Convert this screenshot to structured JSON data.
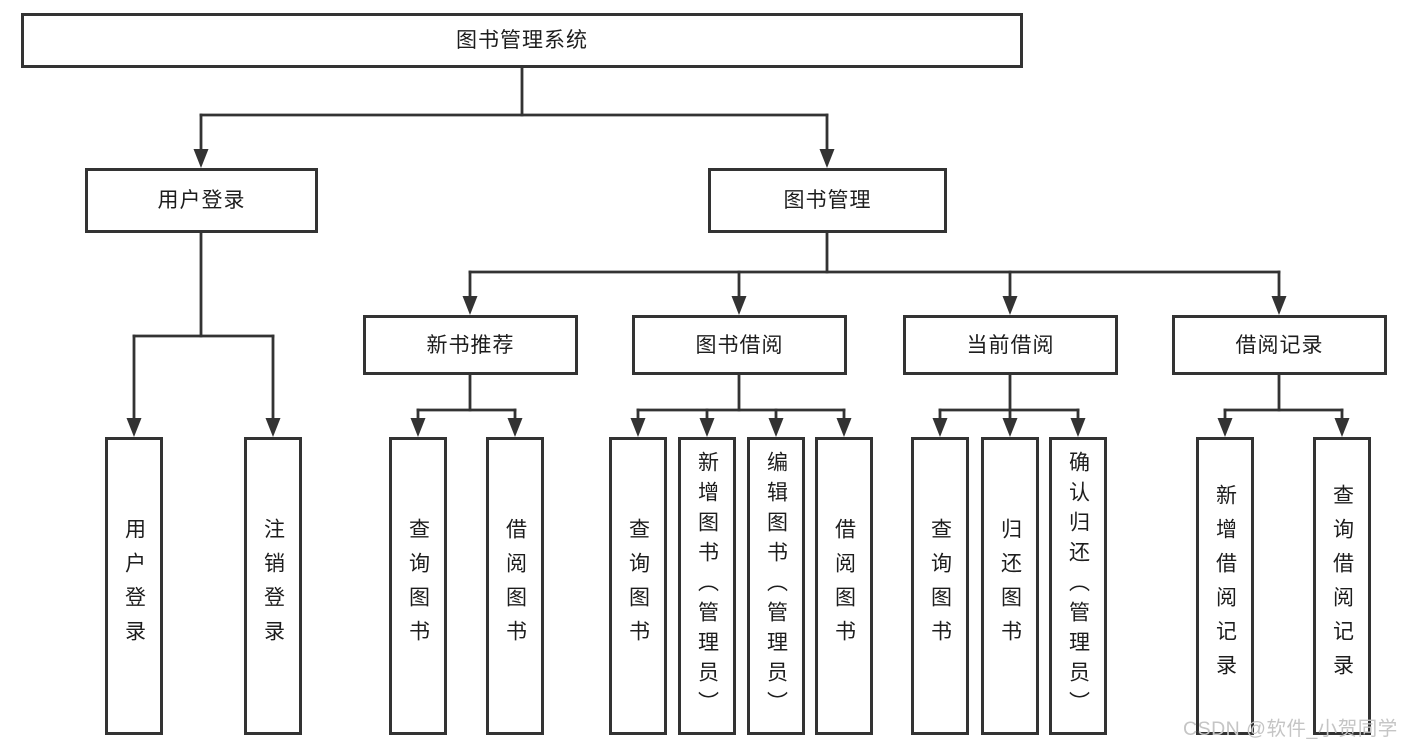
{
  "diagram": {
    "root": {
      "label": "图书管理系统",
      "children": [
        {
          "label": "用户登录",
          "children": [
            {
              "label": "用户登录"
            },
            {
              "label": "注销登录"
            }
          ]
        },
        {
          "label": "图书管理",
          "children": [
            {
              "label": "新书推荐",
              "children": [
                {
                  "label": "查询图书"
                },
                {
                  "label": "借阅图书"
                }
              ]
            },
            {
              "label": "图书借阅",
              "children": [
                {
                  "label": "查询图书"
                },
                {
                  "label": "新增图书（管理员）"
                },
                {
                  "label": "编辑图书（管理员）"
                },
                {
                  "label": "借阅图书"
                }
              ]
            },
            {
              "label": "当前借阅",
              "children": [
                {
                  "label": "查询图书"
                },
                {
                  "label": "归还图书"
                },
                {
                  "label": "确认归还（管理员）"
                }
              ]
            },
            {
              "label": "借阅记录",
              "children": [
                {
                  "label": "新增借阅记录"
                },
                {
                  "label": "查询借阅记录"
                }
              ]
            }
          ]
        }
      ]
    }
  },
  "watermark": {
    "text": "CSDN @软件_小贺同学",
    "color": "#c5c5c5"
  },
  "colors": {
    "line": "#333333",
    "box_border": "#333333",
    "text": "#1d1d1d",
    "background": "#ffffff"
  }
}
